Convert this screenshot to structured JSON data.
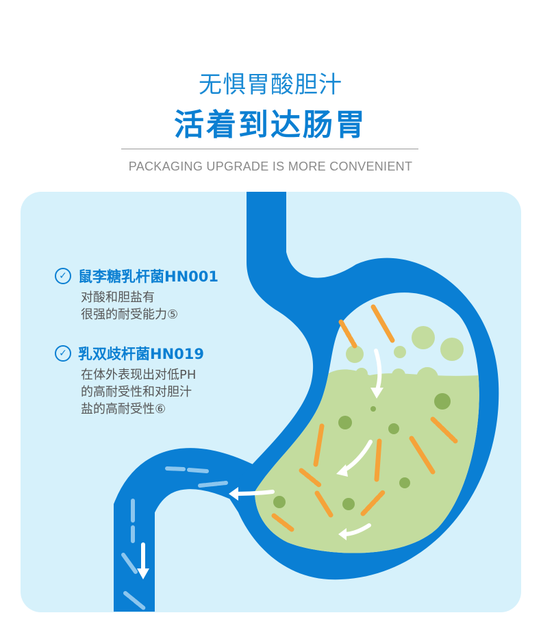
{
  "header": {
    "title_line1": "无惧胃酸胆汁",
    "title_line2": "活着到达肠胃",
    "subtitle": "PACKAGING UPGRADE IS MORE CONVENIENT"
  },
  "features": [
    {
      "icon": "check-circle-icon",
      "title": "鼠李糖乳杆菌HN001",
      "desc": "对酸和胆盐有\n很强的耐受能力⑤"
    },
    {
      "icon": "check-circle-icon",
      "title": "乳双歧杆菌HN019",
      "desc": "在体外表现出对低PH\n的高耐受性和对胆汁\n盐的高耐受性⑥"
    }
  ],
  "colors": {
    "brand_blue": "#0b7fd2",
    "panel_bg": "#d6f1fb",
    "liquid": "#c3dc9e",
    "bacteria_orange": "#f5a33a",
    "bacteria_green": "#8bb05a"
  }
}
